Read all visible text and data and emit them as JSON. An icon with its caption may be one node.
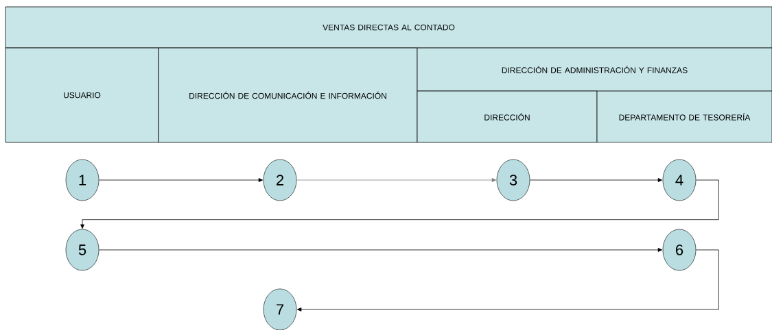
{
  "diagram": {
    "nodes": [
      {
        "text": [
          "VENTAS DIRECTAS AL CONTADO"
        ]
      },
      {
        "text": [
          "USUARIO"
        ]
      },
      {
        "text": [
          "DIRECCIÓN DE COMUNICACIÓN E INFORMACIÓN"
        ]
      },
      {
        "text": [
          "DIRECCIÓN DE ADMINISTRACIÓN Y FINANZAS"
        ]
      },
      {
        "text": [
          "DIRECCIÓN"
        ]
      },
      {
        "text": [
          "DEPARTAMENTO DE TESORERÍA"
        ]
      },
      {
        "text": [
          "1"
        ]
      },
      {
        "text": [
          "2"
        ]
      },
      {
        "text": [
          "3"
        ]
      },
      {
        "text": [
          "4"
        ]
      },
      {
        "text": [
          "5"
        ]
      },
      {
        "text": [
          "6"
        ]
      },
      {
        "text": [
          "7"
        ]
      }
    ],
    "edges": [
      {
        "from": 6,
        "to": 7,
        "arrow": "to"
      },
      {
        "from": 7,
        "to": 8,
        "arrow": "to",
        "color": "#808080"
      },
      {
        "from": 8,
        "to": 9,
        "arrow": "to"
      },
      {
        "from": 9,
        "to": 10,
        "arrow": "to"
      },
      {
        "from": 10,
        "to": 11,
        "arrow": "to"
      },
      {
        "from": 11,
        "to": 12,
        "arrow": "to"
      }
    ]
  }
}
